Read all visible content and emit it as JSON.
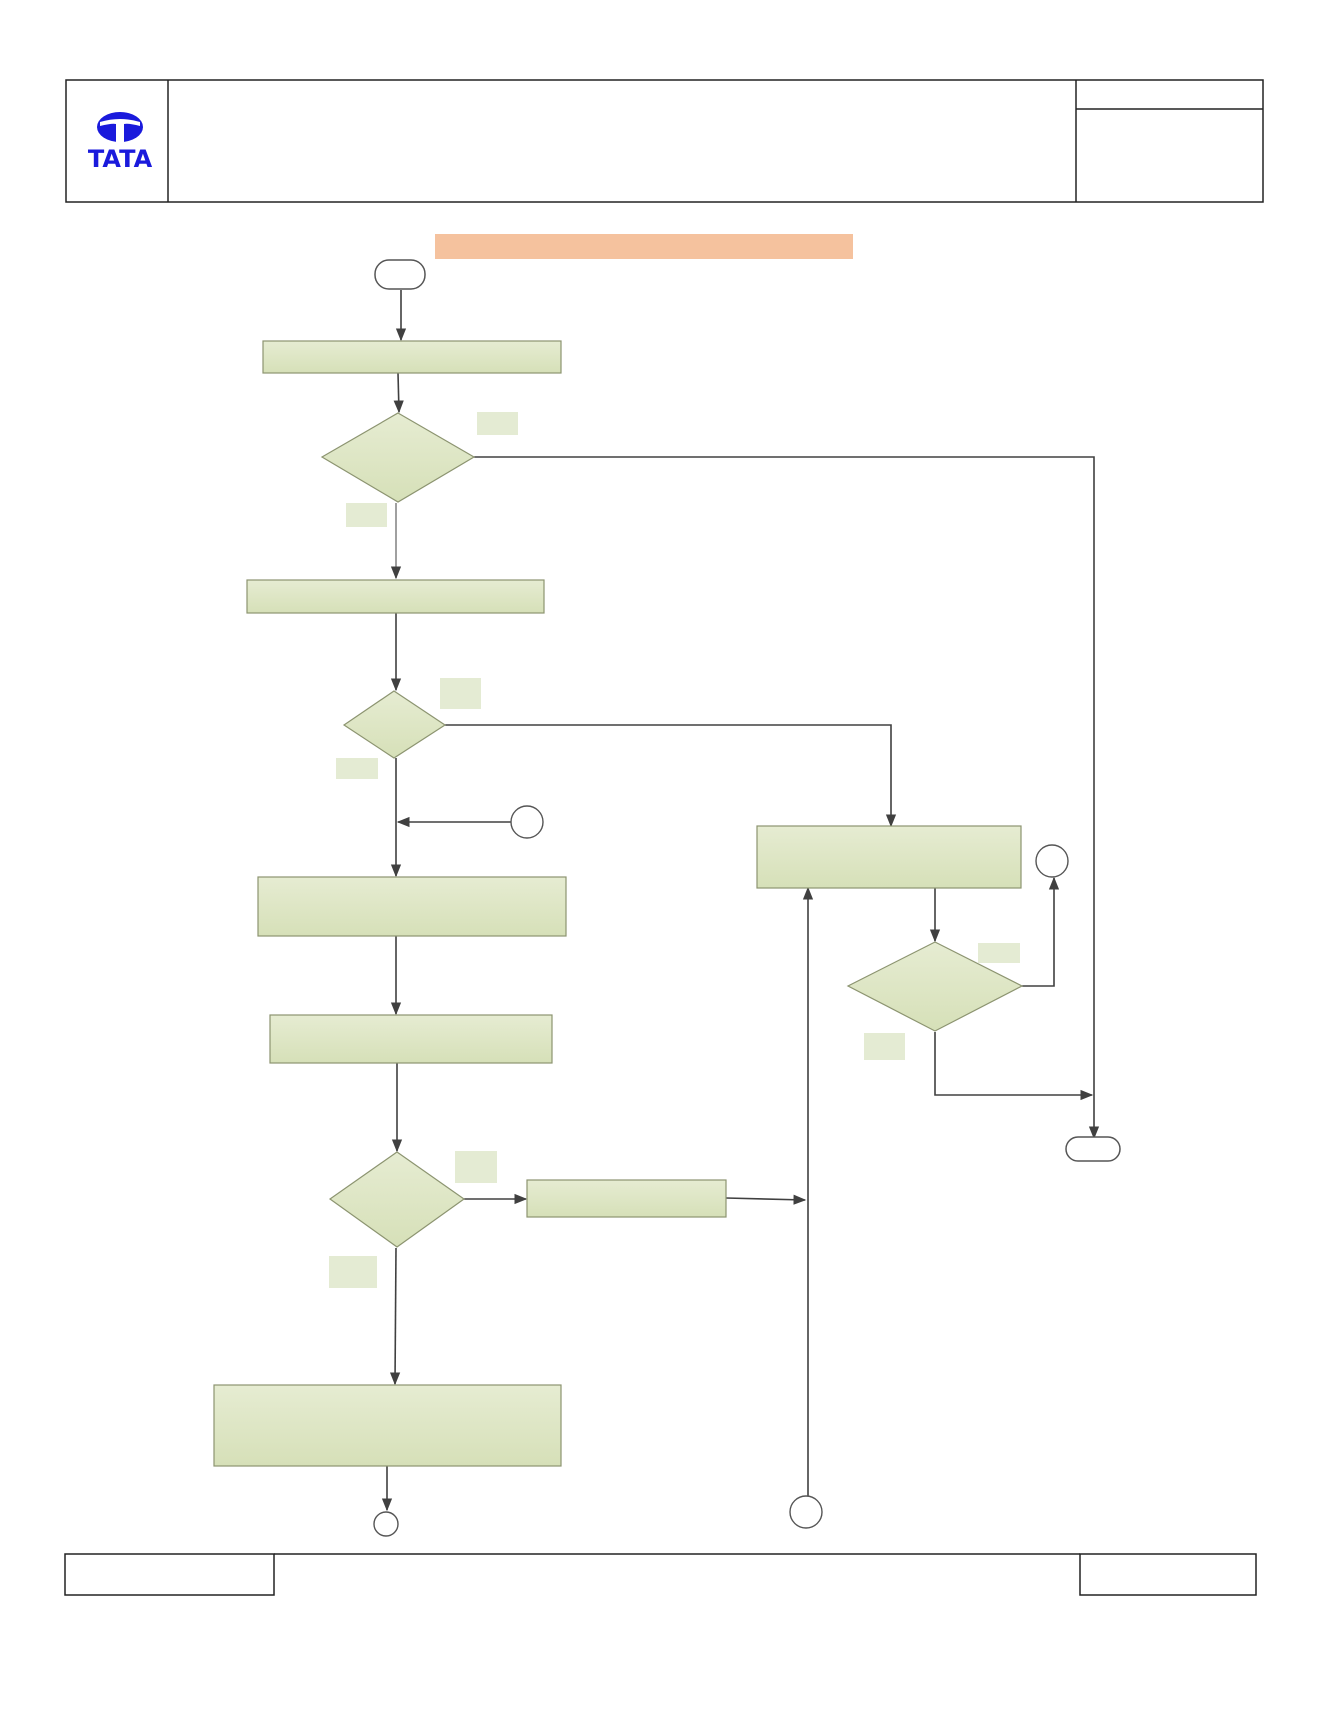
{
  "header": {
    "logo": {
      "icon": "tata-logo-icon",
      "text": "TATA",
      "color": "#1a1adc"
    }
  },
  "colors": {
    "box_fill": "#dde6c3",
    "box_stroke": "#8c9470",
    "label_fill": "#e4ebd3",
    "title_bar": "#f5c29e",
    "line": "#404040",
    "border": "#222222"
  },
  "flowchart": {
    "title": "",
    "nodes": [
      {
        "id": "start",
        "shape": "terminator",
        "text": ""
      },
      {
        "id": "p1",
        "shape": "process",
        "text": ""
      },
      {
        "id": "d1",
        "shape": "decision",
        "text": ""
      },
      {
        "id": "p2",
        "shape": "process",
        "text": ""
      },
      {
        "id": "d2",
        "shape": "decision",
        "text": ""
      },
      {
        "id": "p3",
        "shape": "process",
        "text": ""
      },
      {
        "id": "p4",
        "shape": "process",
        "text": ""
      },
      {
        "id": "d3",
        "shape": "decision",
        "text": ""
      },
      {
        "id": "p5",
        "shape": "process",
        "text": ""
      },
      {
        "id": "p6",
        "shape": "process",
        "text": ""
      },
      {
        "id": "p7",
        "shape": "process",
        "text": ""
      },
      {
        "id": "d4",
        "shape": "decision",
        "text": ""
      },
      {
        "id": "end",
        "shape": "terminator",
        "text": ""
      },
      {
        "id": "c1",
        "shape": "connector",
        "text": ""
      },
      {
        "id": "c2",
        "shape": "connector",
        "text": ""
      },
      {
        "id": "c3",
        "shape": "connector",
        "text": ""
      },
      {
        "id": "c4",
        "shape": "connector",
        "text": ""
      }
    ],
    "edge_labels": [
      "",
      "",
      "",
      "",
      "",
      "",
      "",
      ""
    ],
    "edges": [
      [
        "start",
        "p1"
      ],
      [
        "p1",
        "d1"
      ],
      [
        "d1",
        "p2"
      ],
      [
        "d1",
        "end"
      ],
      [
        "p2",
        "d2"
      ],
      [
        "d2",
        "p3"
      ],
      [
        "d2",
        "p7"
      ],
      [
        "c1",
        "p3"
      ],
      [
        "p3",
        "p4"
      ],
      [
        "p4",
        "d3"
      ],
      [
        "d3",
        "p5"
      ],
      [
        "d3",
        "p6"
      ],
      [
        "p5",
        "p7"
      ],
      [
        "c4",
        "p7"
      ],
      [
        "p7",
        "d4"
      ],
      [
        "d4",
        "c2"
      ],
      [
        "d4",
        "end"
      ],
      [
        "p6",
        "c3"
      ]
    ]
  },
  "footer": {
    "left": "",
    "center": "",
    "right": ""
  }
}
